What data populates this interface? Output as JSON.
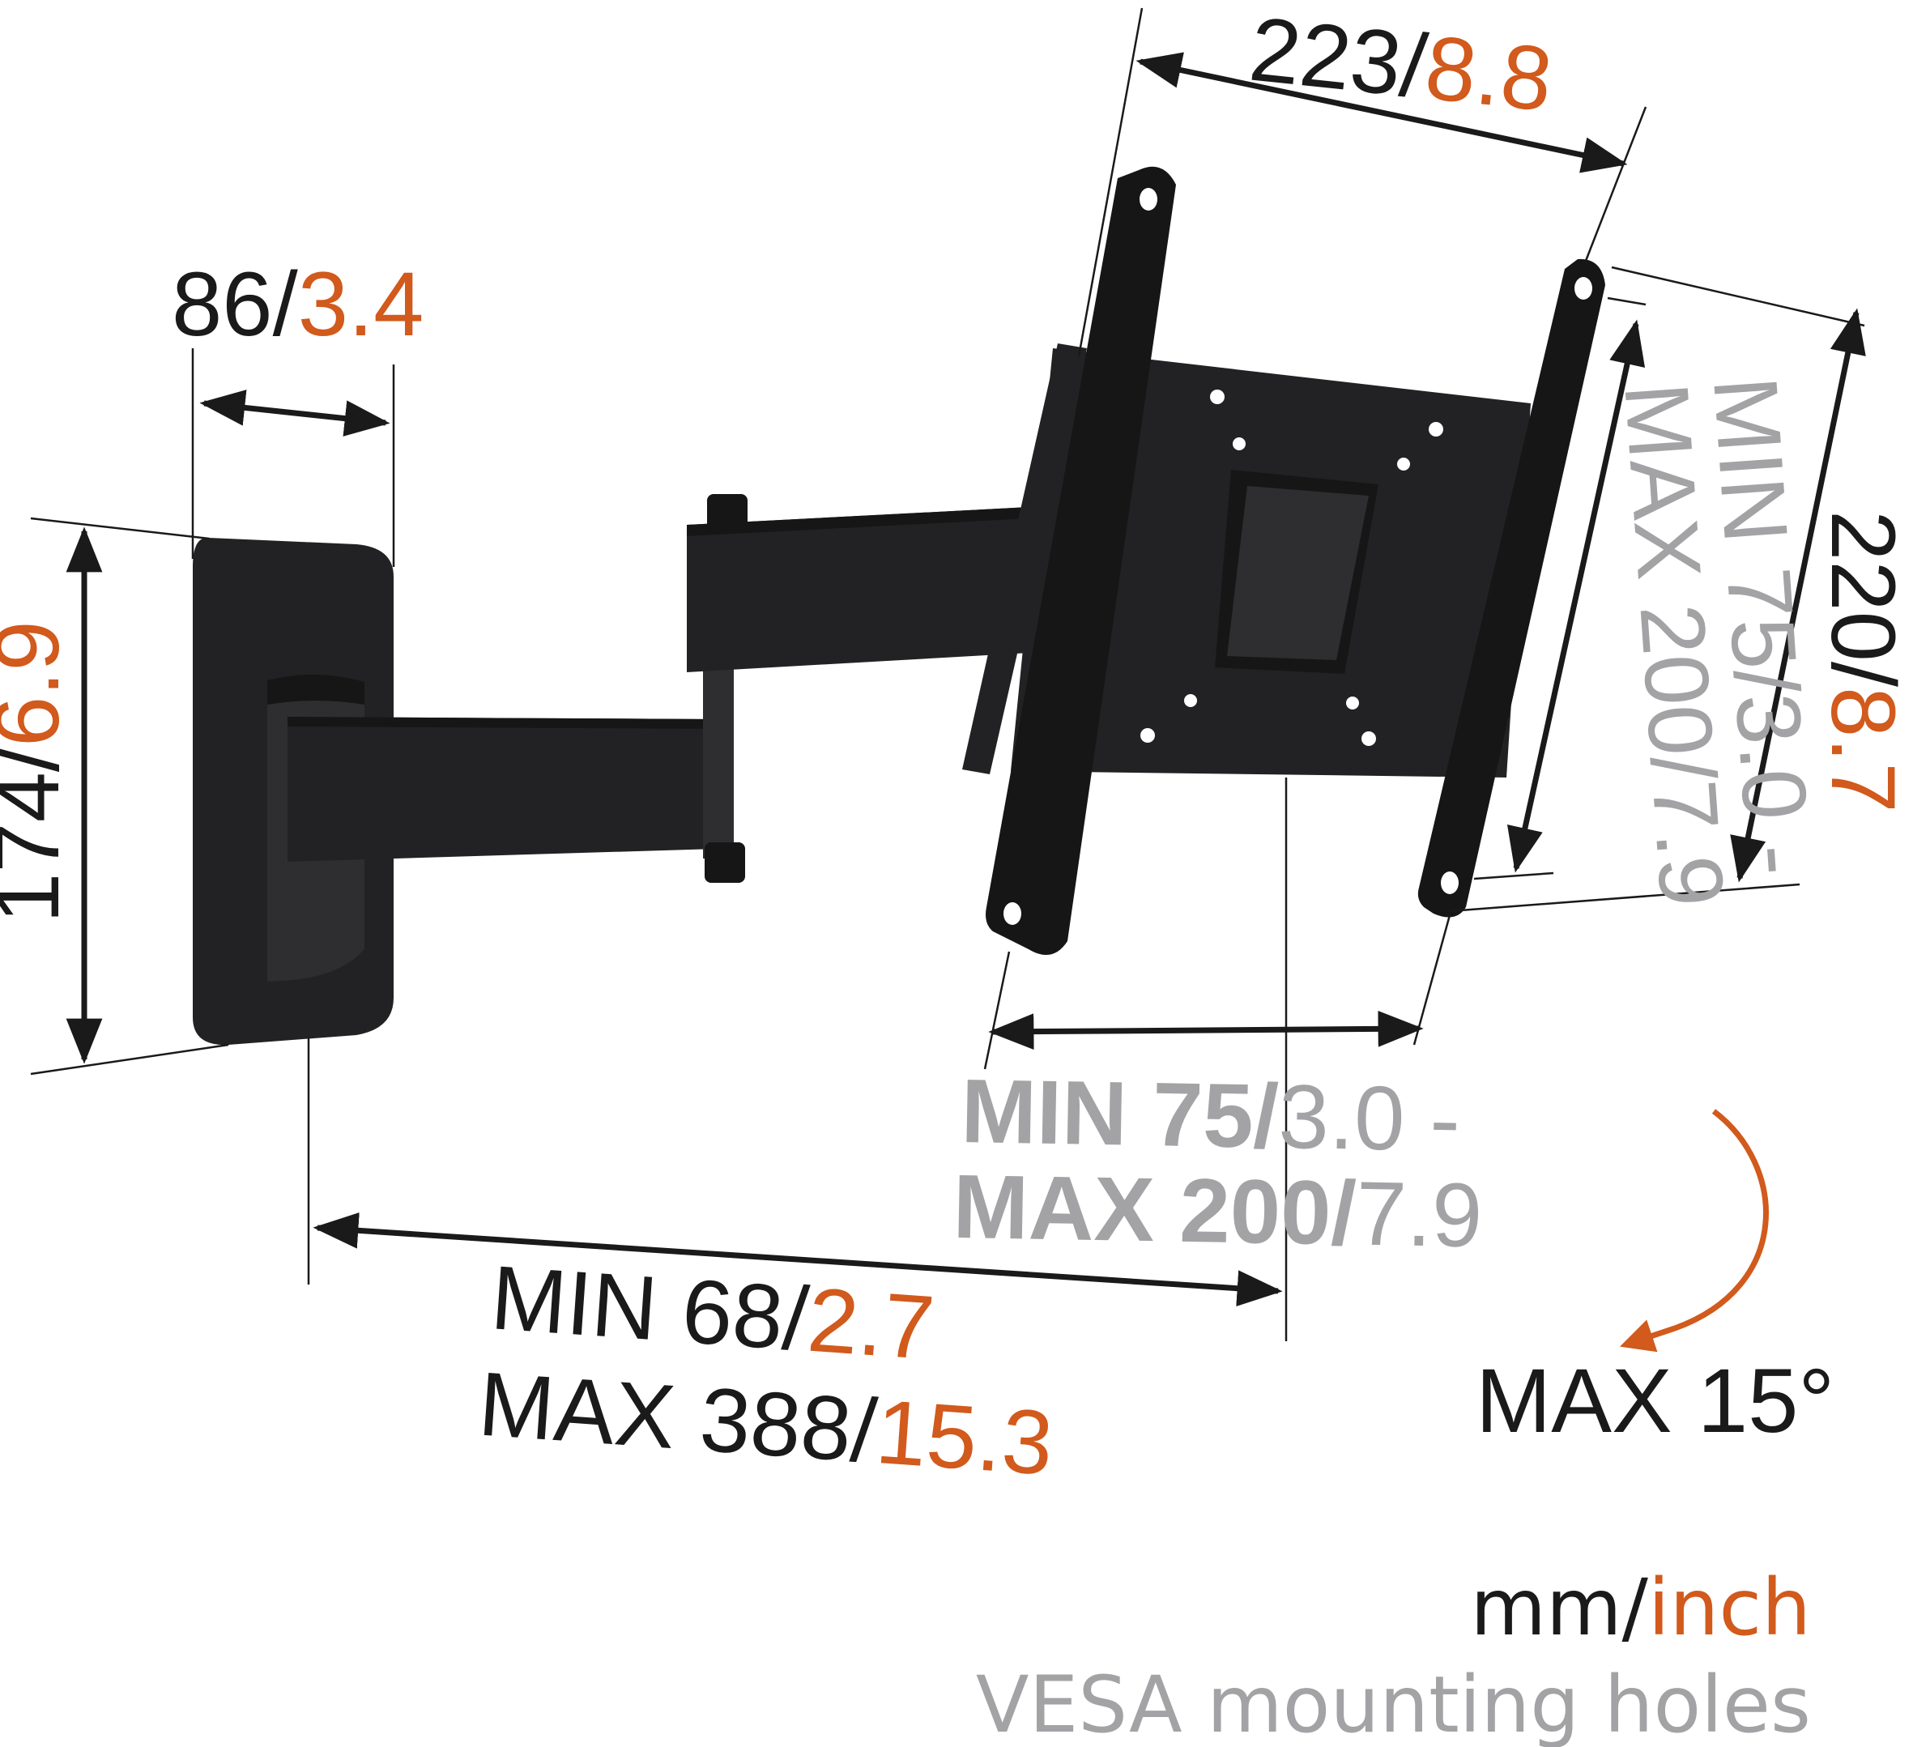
{
  "colors": {
    "metric": "#1a1a1a",
    "imperial": "#d15a1c",
    "vesa": "#a3a3a6",
    "product": "#222224"
  },
  "dimensions": {
    "plate_width": {
      "mm": "86",
      "sep": "/",
      "inch": "3.4"
    },
    "plate_height": {
      "mm": "174",
      "sep": "/",
      "inch": "6.9"
    },
    "head_width": {
      "mm": "223",
      "sep": "/",
      "inch": "8.8"
    },
    "head_height": {
      "mm": "220",
      "sep": "/",
      "inch": "8.7"
    },
    "extension": {
      "line1": {
        "mm": "MIN 68",
        "sep": "/",
        "inch": "2.7"
      },
      "line2": {
        "mm": "MAX 388",
        "sep": "/",
        "inch": "15.3"
      }
    },
    "vesa_horizontal": {
      "line1": {
        "a": "MIN 75/",
        "b": "3.0 -"
      },
      "line2": {
        "a": "MAX 200/",
        "b": "7.9"
      }
    },
    "vesa_vertical": {
      "line1": {
        "a": "MIN 75/",
        "b": "3.0 -"
      },
      "line2": {
        "a": "MAX 200/",
        "b": "7.9"
      }
    },
    "tilt": "MAX 15°"
  },
  "legend": {
    "units": {
      "mm": "mm",
      "sep": "/",
      "inch": "inch"
    },
    "vesa_note": "VESA mounting holes"
  },
  "icons": [
    "wall-plate",
    "swing-arm",
    "tilt-arrow",
    "vesa-head"
  ]
}
